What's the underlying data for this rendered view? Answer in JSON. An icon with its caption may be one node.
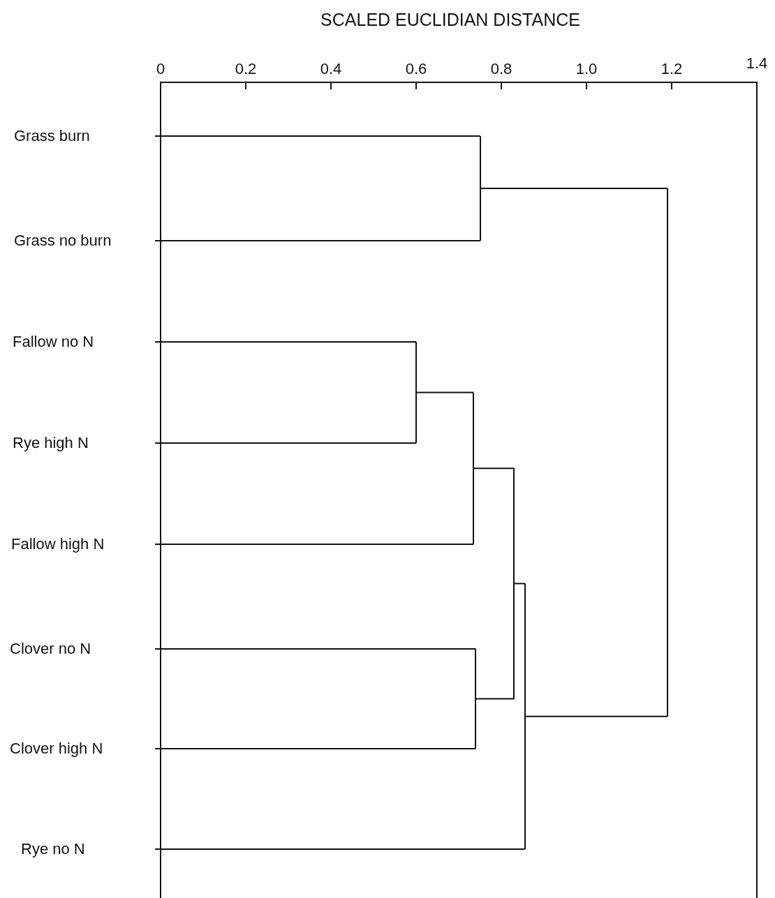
{
  "diagram": {
    "title": "SCALED EUCLIDIAN DISTANCE",
    "nodes": [
      {
        "text": [
          "Grass burn"
        ]
      },
      {
        "text": [
          "Grass no burn"
        ]
      },
      {
        "text": [
          "Fallow no N"
        ]
      },
      {
        "text": [
          "Rye high N"
        ]
      },
      {
        "text": [
          "Fallow high N"
        ]
      },
      {
        "text": [
          "Clover no N"
        ]
      },
      {
        "text": [
          "Clover high N"
        ]
      },
      {
        "text": [
          "Rye no N"
        ]
      },
      {
        "text": [],
        "shape": "bar"
      },
      {
        "text": [],
        "shape": "bar"
      },
      {
        "text": [],
        "shape": "bar"
      },
      {
        "text": [],
        "shape": "bar"
      },
      {
        "text": [],
        "shape": "bar"
      },
      {
        "text": [],
        "shape": "bar"
      },
      {
        "text": [],
        "shape": "bar"
      }
    ],
    "edges": [
      {
        "from": 0,
        "to": 8,
        "arrow": "none"
      },
      {
        "from": 1,
        "to": 8,
        "arrow": "none"
      },
      {
        "from": 2,
        "to": 9,
        "arrow": "none"
      },
      {
        "from": 3,
        "to": 9,
        "arrow": "none"
      },
      {
        "from": 9,
        "to": 10,
        "arrow": "none"
      },
      {
        "from": 4,
        "to": 10,
        "arrow": "none"
      },
      {
        "from": 5,
        "to": 11,
        "arrow": "none"
      },
      {
        "from": 6,
        "to": 11,
        "arrow": "none"
      },
      {
        "from": 10,
        "to": 12,
        "arrow": "none"
      },
      {
        "from": 11,
        "to": 12,
        "arrow": "none"
      },
      {
        "from": 12,
        "to": 13,
        "arrow": "none"
      },
      {
        "from": 7,
        "to": 13,
        "arrow": "none"
      },
      {
        "from": 8,
        "to": 14,
        "arrow": "none"
      },
      {
        "from": 13,
        "to": 14,
        "arrow": "none"
      }
    ],
    "labels": [
      "0",
      "0.2",
      "0.4",
      "0.6",
      "0.8",
      "1.0",
      "1.2",
      "1.4"
    ]
  }
}
